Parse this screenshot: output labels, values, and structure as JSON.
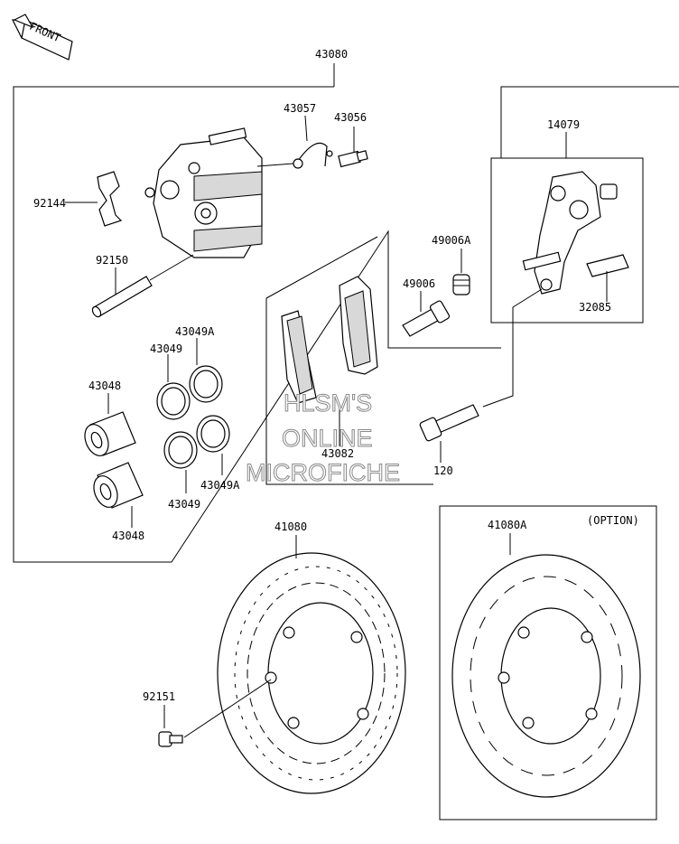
{
  "front_badge": "FRONT",
  "option_label": "(OPTION)",
  "parts": {
    "p43080": "43080",
    "p43057": "43057",
    "p43056": "43056",
    "p14079": "14079",
    "p92144": "92144",
    "p92150": "92150",
    "p49006A": "49006A",
    "p49006": "49006",
    "p32085": "32085",
    "p43049A_top": "43049A",
    "p43049_top": "43049",
    "p43048_top": "43048",
    "p43082": "43082",
    "p43049A_bot": "43049A",
    "p43049_bot": "43049",
    "p43048_bot": "43048",
    "p120": "120",
    "p41080": "41080",
    "p41080A": "41080A",
    "p92151": "92151"
  },
  "watermark": {
    "line1": "HLSM'S",
    "line2": "ONLINE",
    "line3": "MICROFICHE"
  }
}
